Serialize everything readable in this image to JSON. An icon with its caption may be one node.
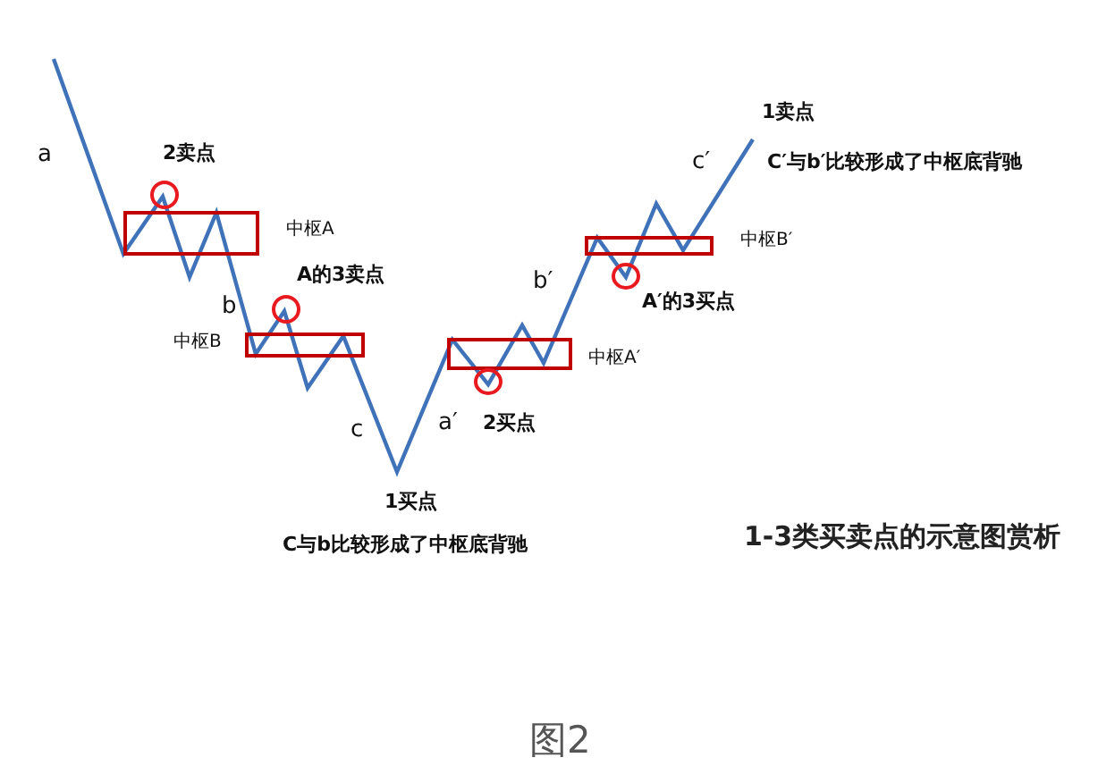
{
  "diagram": {
    "title": "1-3类买卖点的示意图赏析",
    "caption": "图2",
    "nodes": [
      {
        "text": [],
        "shape": "box",
        "beside": [
          "中枢A"
        ]
      },
      {
        "text": [],
        "shape": "circle",
        "beside": [
          "2卖点"
        ]
      },
      {
        "text": [],
        "shape": "circle",
        "beside": [
          "A的3卖点"
        ]
      },
      {
        "text": [],
        "shape": "box",
        "beside": [
          "中枢B"
        ]
      },
      {
        "text": [],
        "shape": "box",
        "beside": [
          "中枢A′"
        ]
      },
      {
        "text": [],
        "shape": "circle",
        "beside": [
          "2买点"
        ]
      },
      {
        "text": [],
        "shape": "box",
        "beside": [
          "中枢B′"
        ]
      },
      {
        "text": [],
        "shape": "circle",
        "beside": [
          "A′的3买点"
        ]
      }
    ],
    "labels": [
      "a",
      "b",
      "c",
      "1买点",
      "C与b比较形成了中枢底背驰",
      "a′",
      "b′",
      "c′",
      "1卖点",
      "C′与b′比较形成了中枢底背驰"
    ]
  }
}
